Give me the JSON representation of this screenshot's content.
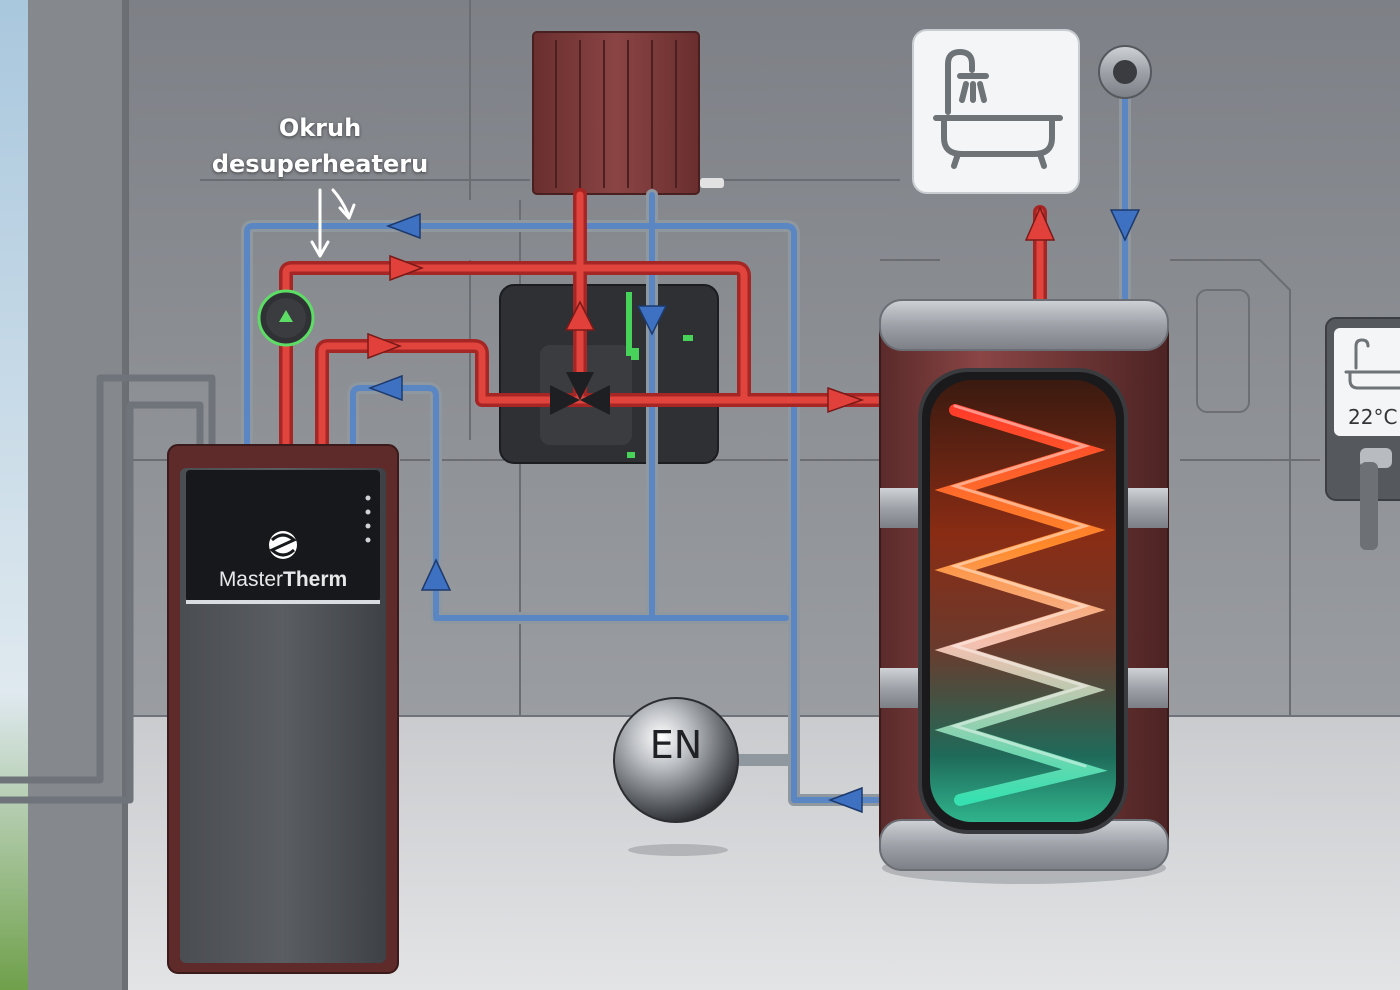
{
  "annotation": {
    "line1": "Okruh",
    "line2": "desuperheateru"
  },
  "heat_pump": {
    "brand_prefix": "Master",
    "brand_suffix": "Therm"
  },
  "expansion_vessel": {
    "label": "EN"
  },
  "panel": {
    "temperature": "22°C"
  },
  "colors": {
    "hot_pipe": "#d5332f",
    "cold_pipe": "#5b86c4",
    "wall": "#8a8d92",
    "floor": "#cfd1d4",
    "tank_shell": "#7a3b3b",
    "indicator_green": "#5ddc66"
  },
  "icons": [
    "bathtub-shower-icon",
    "brand-logo-icon",
    "flow-arrow-icon",
    "pump-indicator-icon"
  ]
}
